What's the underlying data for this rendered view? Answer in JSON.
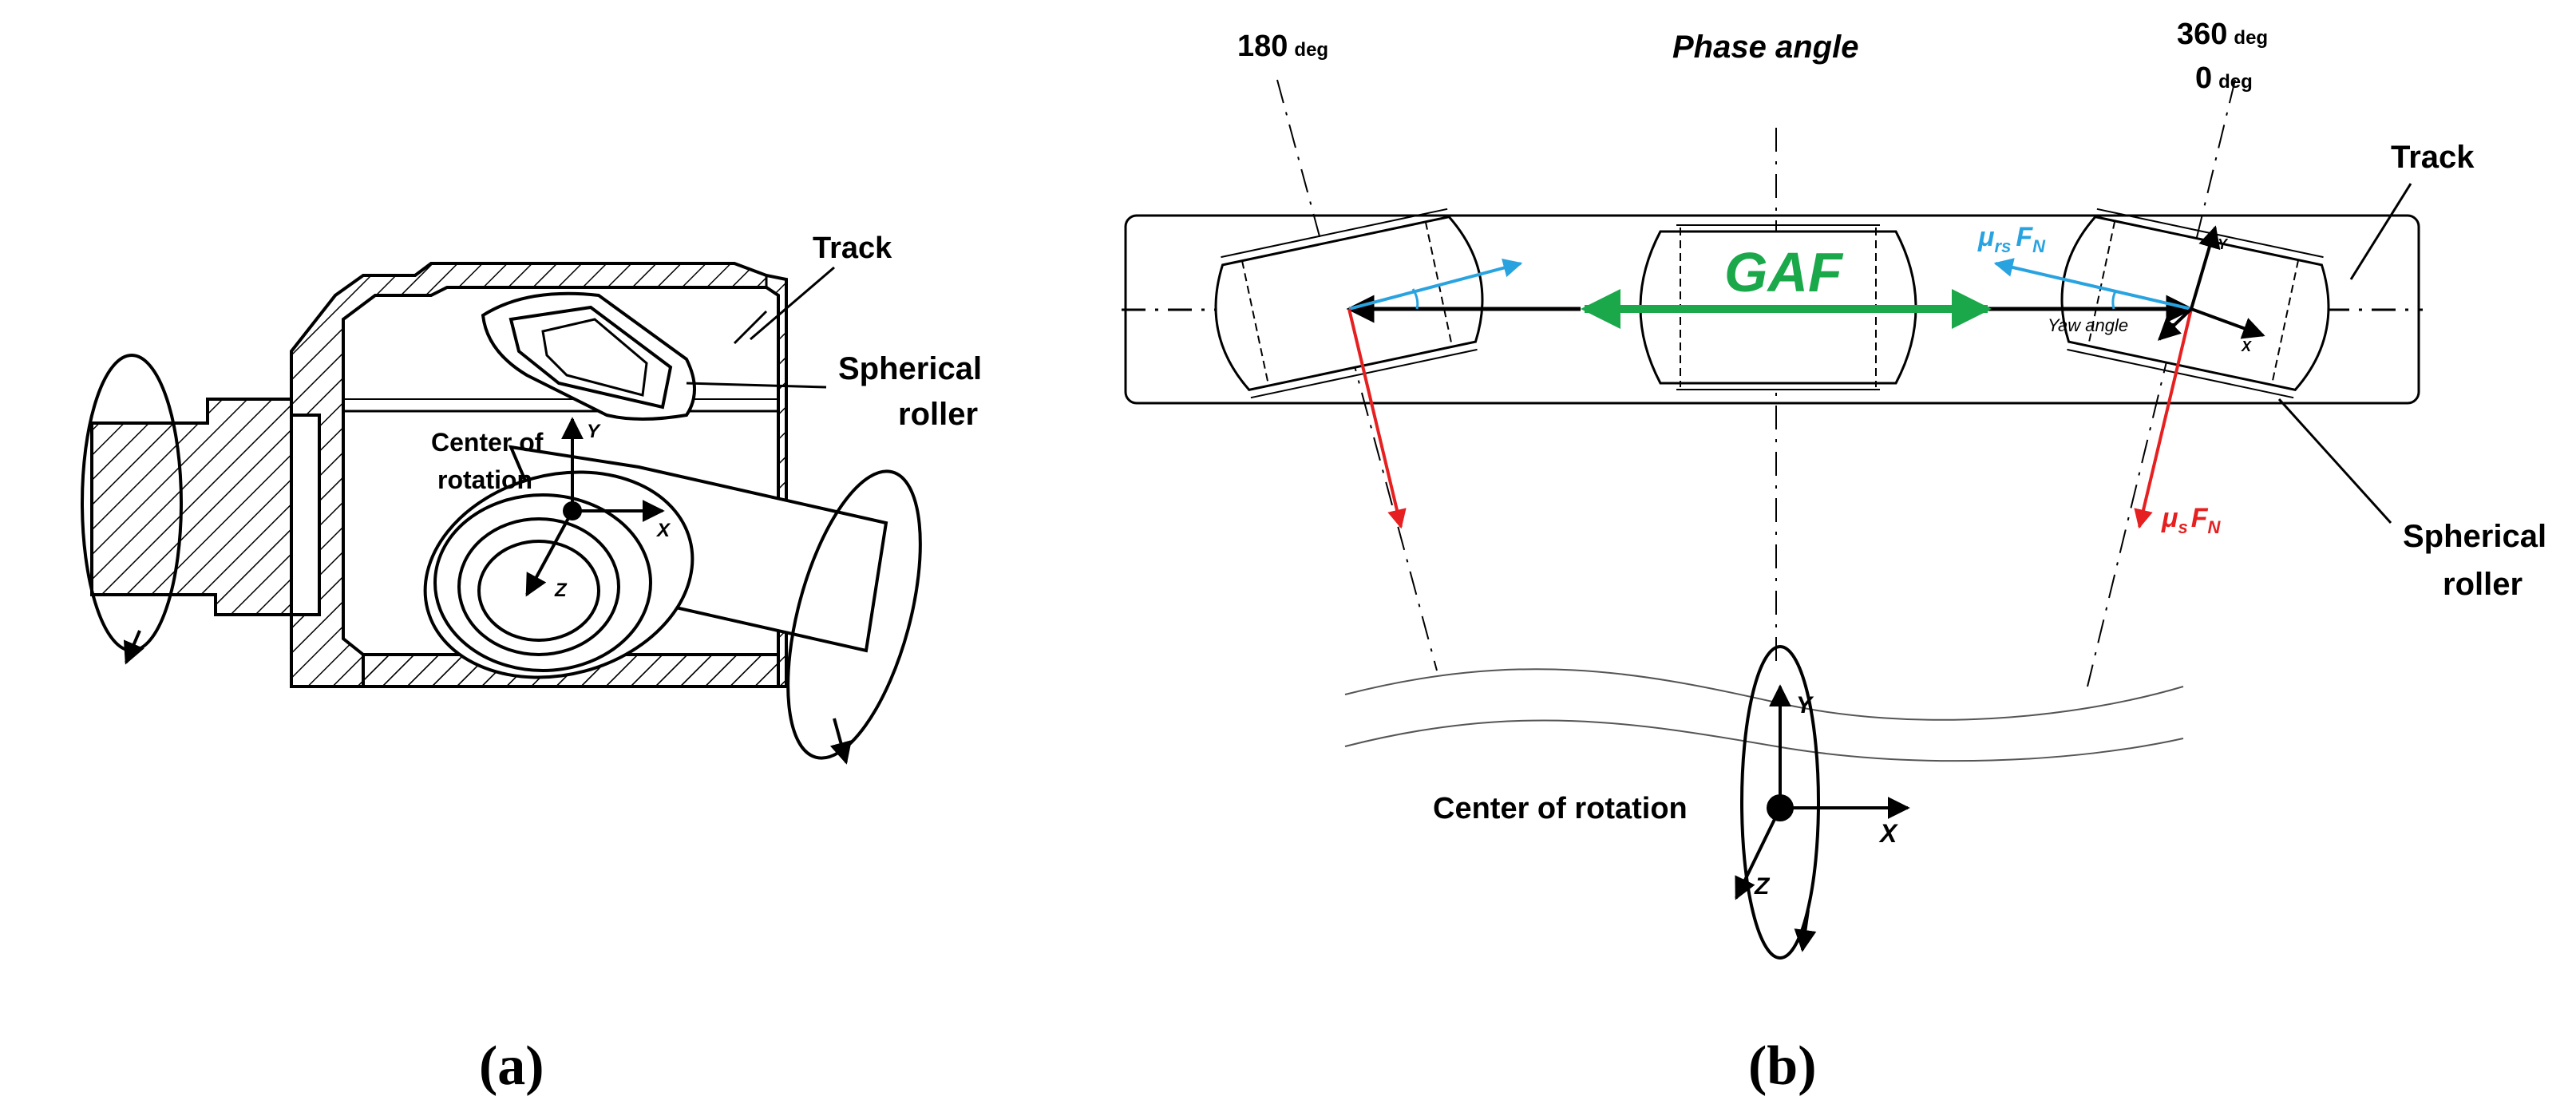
{
  "panel_a": {
    "caption": "(a)",
    "labels": {
      "track": "Track",
      "spherical_roller": [
        "Spherical",
        "roller"
      ],
      "center_of_rotation": [
        "Center of",
        "rotation"
      ]
    },
    "axes": {
      "x": "X",
      "y": "Y",
      "z": "Z"
    }
  },
  "panel_b": {
    "caption": "(b)",
    "phase_angle_title": "Phase angle",
    "angle_180": {
      "value": "180",
      "unit": "deg"
    },
    "angle_360": {
      "value": "360",
      "unit": "deg"
    },
    "angle_0": {
      "value": "0",
      "unit": "deg"
    },
    "track": "Track",
    "spherical_roller": [
      "Spherical",
      "roller"
    ],
    "gaf": "GAF",
    "yaw_angle": "Yaw angle",
    "mu_rs": {
      "mu": "μ",
      "sub": "rs",
      "f": "F",
      "fsub": "N"
    },
    "mu_s": {
      "mu": "μ",
      "sub": "s",
      "f": "F",
      "fsub": "N"
    },
    "center_of_rotation": "Center of rotation",
    "axes": {
      "x": "X",
      "y": "Y",
      "z": "Z"
    },
    "colors": {
      "gaf": "#1aa84a",
      "friction_roll": "#29a3e0",
      "friction_slide": "#e62020"
    }
  }
}
